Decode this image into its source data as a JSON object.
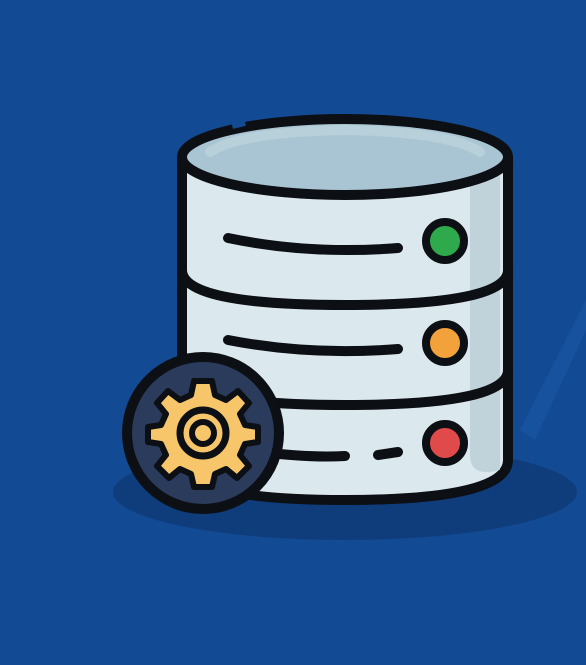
{
  "illustration": {
    "subject": "database-server-settings-icon",
    "colors": {
      "background": "#134a94",
      "shadow": "#0f3b78",
      "cylinder_body": "#dbe8ee",
      "cylinder_shade": "#b9cdd6",
      "cylinder_top": "#a9c5d3",
      "outline": "#0c0f14",
      "indicator_top": "#2eaa4d",
      "indicator_middle": "#f3a13a",
      "indicator_bottom": "#e04a4a",
      "gear_badge": "#2a3b5c",
      "gear": "#f7c56a"
    },
    "icons": [
      "database-icon",
      "gear-icon"
    ],
    "indicator_lights": [
      {
        "name": "status-light-green",
        "color": "#2eaa4d"
      },
      {
        "name": "status-light-orange",
        "color": "#f3a13a"
      },
      {
        "name": "status-light-red",
        "color": "#e04a4a"
      }
    ]
  }
}
